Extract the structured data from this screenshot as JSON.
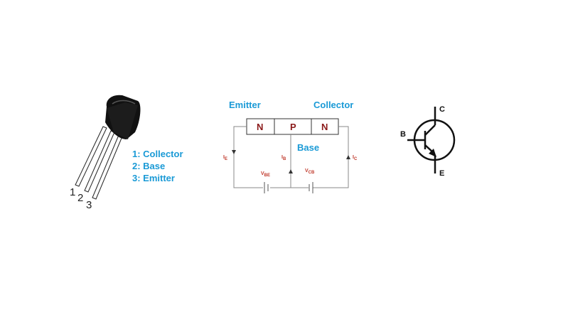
{
  "package": {
    "pin_numbers": [
      "1",
      "2",
      "3"
    ],
    "pin_legend": [
      "1: Collector",
      "2: Base",
      "3: Emitter"
    ]
  },
  "junction": {
    "emitter_label": "Emitter",
    "collector_label": "Collector",
    "base_label": "Base",
    "regions": [
      "N",
      "P",
      "N"
    ],
    "currents": {
      "ie_main": "I",
      "ie_sub": "E",
      "ib_main": "I",
      "ib_sub": "B",
      "ic_main": "I",
      "ic_sub": "C"
    },
    "voltages": {
      "vbe_main": "V",
      "vbe_sub": "BE",
      "vcb_main": "V",
      "vcb_sub": "CB"
    }
  },
  "symbol": {
    "collector": "C",
    "base": "B",
    "emitter": "E"
  },
  "colors": {
    "label_blue": "#1a9ad6",
    "semiconductor_text": "#8b1a1a",
    "small_red": "#c0392b"
  }
}
